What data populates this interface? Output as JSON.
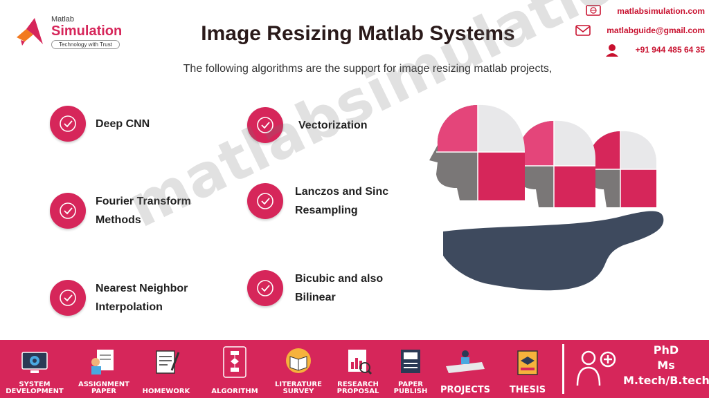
{
  "logo": {
    "small": "Matlab",
    "big": "Simulation",
    "tagline": "Technology with Trust"
  },
  "title": "Image Resizing Matlab Systems",
  "contact": {
    "website": "matlabsimulation.com",
    "email": "matlabguide@gmail.com",
    "phone": "+91 944 485 64 35"
  },
  "subtitle": "The following  algorithms are the support for image resizing matlab projects,",
  "watermark": "matlabsimulation.com",
  "algorithms": [
    {
      "label": "Deep CNN"
    },
    {
      "label": "Vectorization"
    },
    {
      "label": "Fourier Transform Methods"
    },
    {
      "label": "Lanczos and Sinc Resampling"
    },
    {
      "label": "Nearest Neighbor Interpolation"
    },
    {
      "label": "Bicubic and also Bilinear"
    }
  ],
  "bottom_nav": [
    {
      "label": "SYSTEM DEVELOPMENT",
      "icon": "monitor-gear-icon"
    },
    {
      "label": "ASSIGNMENT PAPER",
      "icon": "assignment-icon"
    },
    {
      "label": "HOMEWORK",
      "icon": "homework-icon"
    },
    {
      "label": "ALGORITHM",
      "icon": "flowchart-icon"
    },
    {
      "label": "LITERATURE SURVEY",
      "icon": "book-icon"
    },
    {
      "label": "RESEARCH PROPOSAL",
      "icon": "research-icon"
    },
    {
      "label": "PAPER PUBLISH",
      "icon": "paper-icon"
    },
    {
      "label": "PROJECTS",
      "icon": "projects-icon"
    },
    {
      "label": "THESIS",
      "icon": "thesis-icon"
    }
  ],
  "degrees": {
    "line1": "PhD",
    "line2": "Ms",
    "line3": "M.tech/B.tech"
  },
  "colors": {
    "accent": "#d6265a",
    "contact_red": "#c8102e",
    "hand": "#3e4a5e",
    "grey": "#7a7777",
    "light": "#e8e8ea"
  }
}
